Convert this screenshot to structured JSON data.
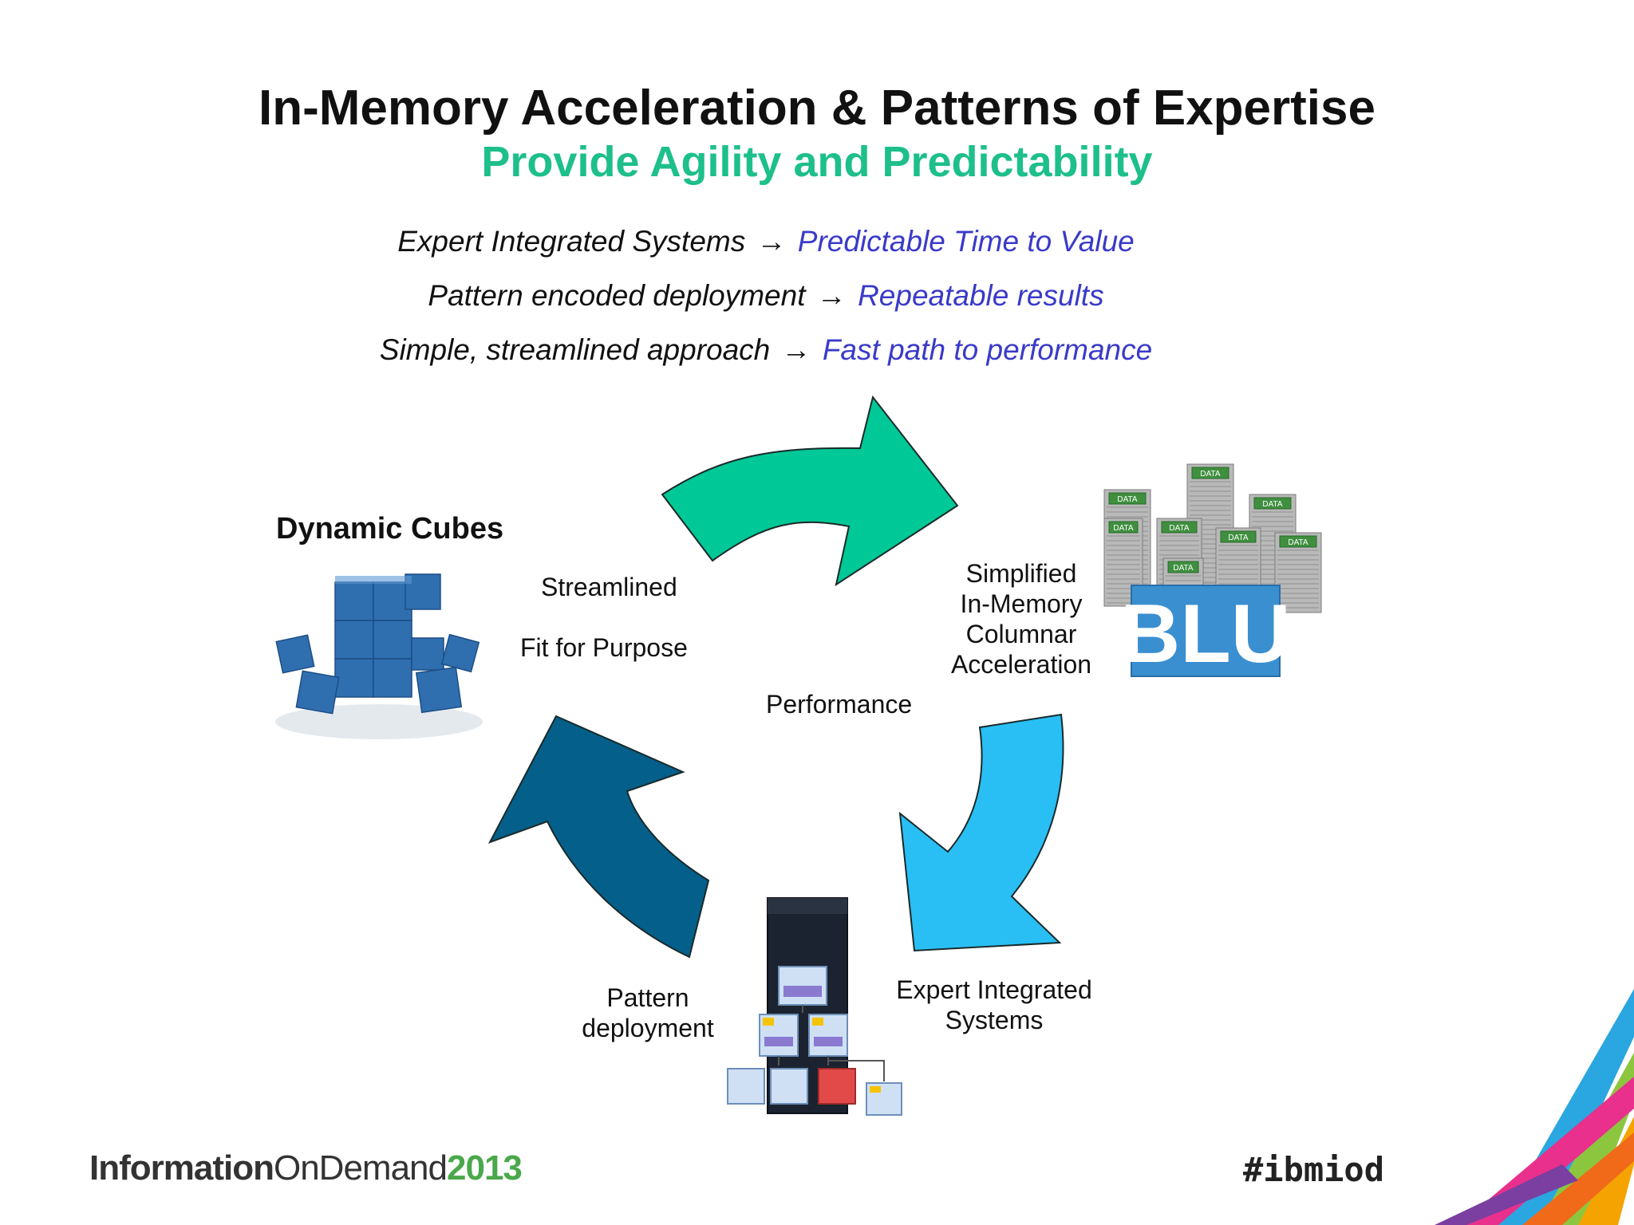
{
  "title": "In-Memory Acceleration & Patterns of Expertise",
  "subtitle": "Provide Agility and Predictability",
  "bullets": [
    {
      "lead": "Expert Integrated Systems",
      "arrow": "→",
      "result": "Predictable Time to Value"
    },
    {
      "lead": "Pattern encoded deployment",
      "arrow": "→",
      "result": "Repeatable results"
    },
    {
      "lead": "Simple, streamlined approach",
      "arrow": "→",
      "result": "Fast path to performance"
    }
  ],
  "diagram": {
    "cubes_title": "Dynamic Cubes",
    "streamlined": "Streamlined",
    "fit_for_purpose": "Fit for Purpose",
    "performance": "Performance",
    "simplified_lines": [
      "Simplified",
      "In-Memory",
      "Columnar",
      "Acceleration"
    ],
    "expert_lines": [
      "Expert Integrated",
      "Systems"
    ],
    "pattern_lines": [
      "Pattern",
      "deployment"
    ],
    "blu_text": "BLU",
    "data_tag": "DATA",
    "colors": {
      "arrow_top": "#00c896",
      "arrow_right": "#29bff5",
      "arrow_left": "#045f8a",
      "cube": "#2f6fb0"
    }
  },
  "footer": {
    "brand_part1": "Information",
    "brand_part2": "OnDemand",
    "brand_year": "2013",
    "hashtag": "#ibmiod"
  }
}
